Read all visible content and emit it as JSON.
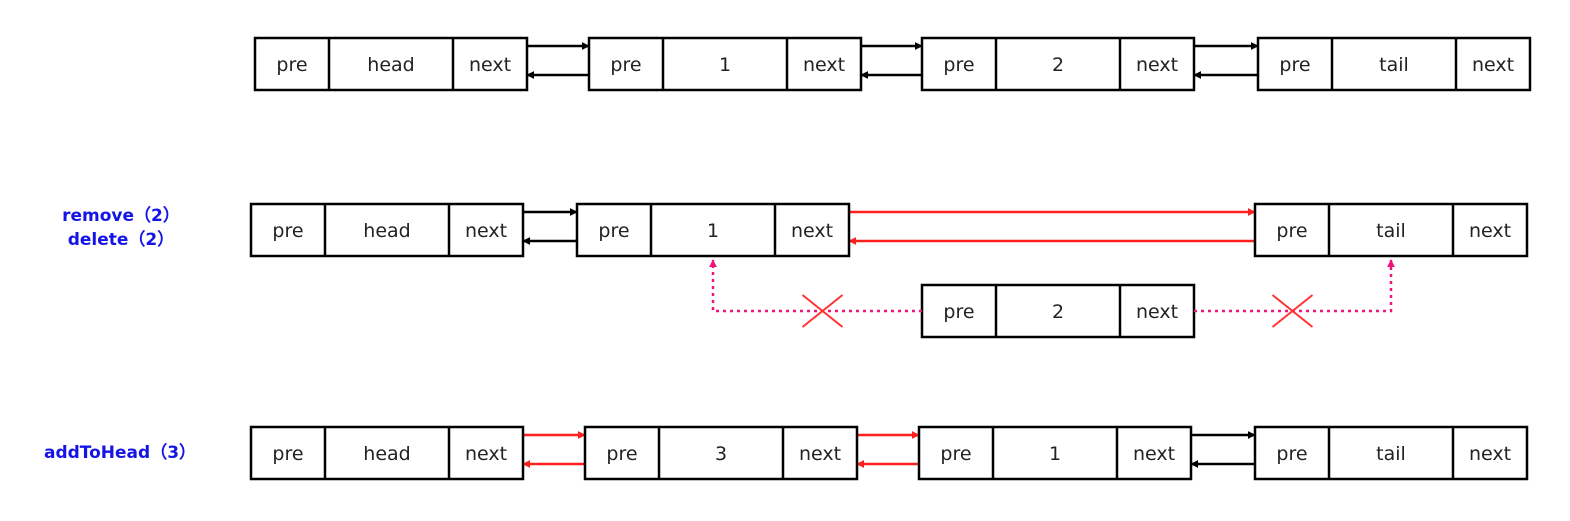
{
  "colors": {
    "node_border": "#000000",
    "link_normal": "#000000",
    "link_changed": "#ff1f1f",
    "link_removed": "#f0147a",
    "cross_mark": "#ff3333",
    "label_text": "#1414e6"
  },
  "rows": [
    {
      "labels": [],
      "nodes": [
        {
          "pre": "pre",
          "value": "head",
          "next": "next"
        },
        {
          "pre": "pre",
          "value": "1",
          "next": "next"
        },
        {
          "pre": "pre",
          "value": "2",
          "next": "next"
        },
        {
          "pre": "pre",
          "value": "tail",
          "next": "next"
        }
      ]
    },
    {
      "labels": [
        "remove（2）",
        "delete（2）"
      ],
      "nodes": [
        {
          "pre": "pre",
          "value": "head",
          "next": "next"
        },
        {
          "pre": "pre",
          "value": "1",
          "next": "next"
        },
        {
          "pre": "pre",
          "value": "tail",
          "next": "next"
        }
      ],
      "detached_node": {
        "pre": "pre",
        "value": "2",
        "next": "next"
      }
    },
    {
      "labels": [
        "addToHead（3）"
      ],
      "nodes": [
        {
          "pre": "pre",
          "value": "head",
          "next": "next"
        },
        {
          "pre": "pre",
          "value": "3",
          "next": "next"
        },
        {
          "pre": "pre",
          "value": "1",
          "next": "next"
        },
        {
          "pre": "pre",
          "value": "tail",
          "next": "next"
        }
      ]
    }
  ]
}
